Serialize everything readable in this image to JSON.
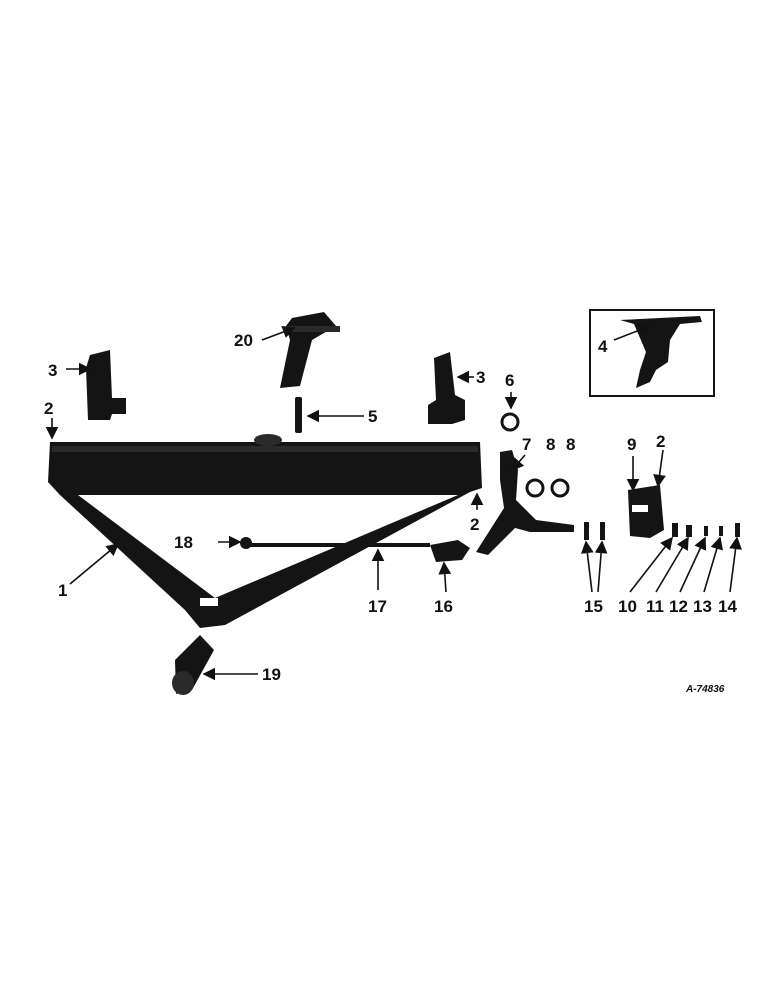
{
  "callouts": {
    "c1": "1",
    "c2a": "2",
    "c2b": "2",
    "c2c": "2",
    "c3a": "3",
    "c3b": "3",
    "c4": "4",
    "c5": "5",
    "c6": "6",
    "c7": "7",
    "c8a": "8",
    "c8b": "8",
    "c9": "9",
    "c10": "10",
    "c11": "11",
    "c12": "12",
    "c13": "13",
    "c14": "14",
    "c15": "15",
    "c16": "16",
    "c17": "17",
    "c18": "18",
    "c19": "19",
    "c20": "20"
  },
  "reference_code": "A-74836",
  "colors": {
    "ink": "#141414",
    "paper": "#ffffff"
  }
}
